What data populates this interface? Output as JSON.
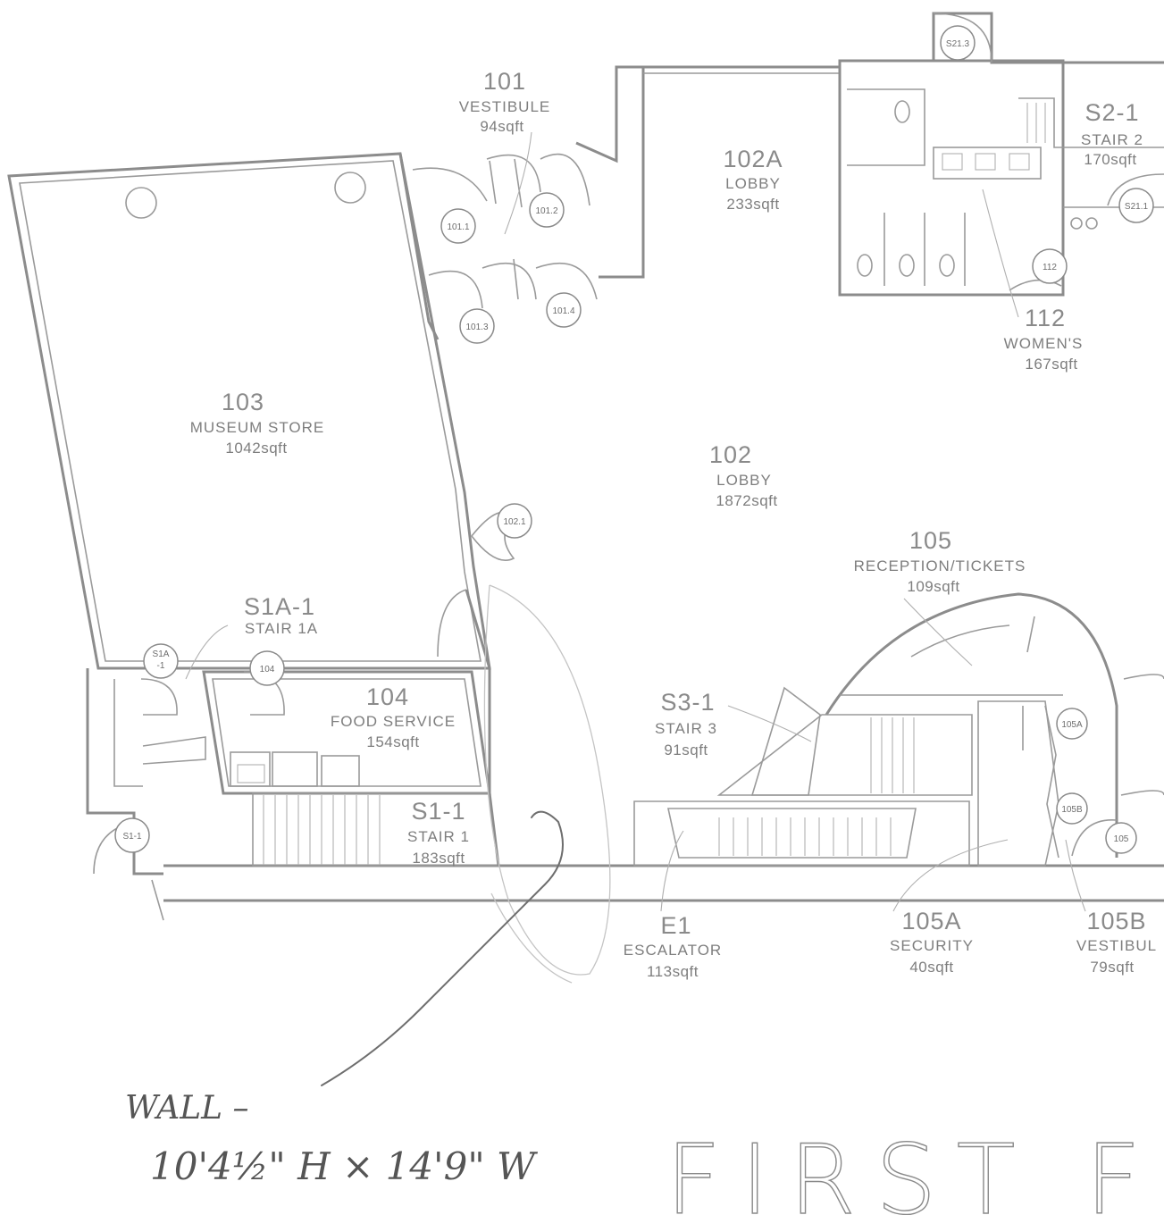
{
  "rooms": {
    "r101": {
      "number": "101",
      "name": "VESTIBULE",
      "area": "94sqft"
    },
    "r102a": {
      "number": "102A",
      "name": "LOBBY",
      "area": "233sqft"
    },
    "r102": {
      "number": "102",
      "name": "LOBBY",
      "area": "1872sqft"
    },
    "r103": {
      "number": "103",
      "name": "MUSEUM STORE",
      "area": "1042sqft"
    },
    "r104": {
      "number": "104",
      "name": "FOOD SERVICE",
      "area": "154sqft"
    },
    "r105": {
      "number": "105",
      "name": "RECEPTION/TICKETS",
      "area": "109sqft"
    },
    "r105a": {
      "number": "105A",
      "name": "SECURITY",
      "area": "40sqft"
    },
    "r105b": {
      "number": "105B",
      "name": "VESTIBUL",
      "area": "79sqft"
    },
    "r112": {
      "number": "112",
      "name": "WOMEN'S",
      "area": "167sqft"
    },
    "s1a1": {
      "number": "S1A-1",
      "name": "STAIR 1A"
    },
    "s11": {
      "number": "S1-1",
      "name": "STAIR 1",
      "area": "183sqft"
    },
    "s21": {
      "number": "S2-1",
      "name": "STAIR 2",
      "area": "170sqft"
    },
    "s31": {
      "number": "S3-1",
      "name": "STAIR 3",
      "area": "91sqft"
    },
    "e1": {
      "number": "E1",
      "name": "ESCALATOR",
      "area": "113sqft"
    }
  },
  "door_tags": {
    "d1011": "101.1",
    "d1012": "101.2",
    "d1013": "101.3",
    "d1014": "101.4",
    "d1021": "102.1",
    "d104": "104",
    "d105": "105",
    "d105a": "105A",
    "d105b": "105B",
    "d112": "112",
    "ds11": "S1-1",
    "ds1a_1": "S1A",
    "ds1a_2": "-1",
    "ds213": "S21.3",
    "ds211": "S21.1"
  },
  "annotation": {
    "line1": "WALL –",
    "line2": "10'4½\" H × 14'9\" W"
  },
  "sheet_title": "FIRST FL"
}
